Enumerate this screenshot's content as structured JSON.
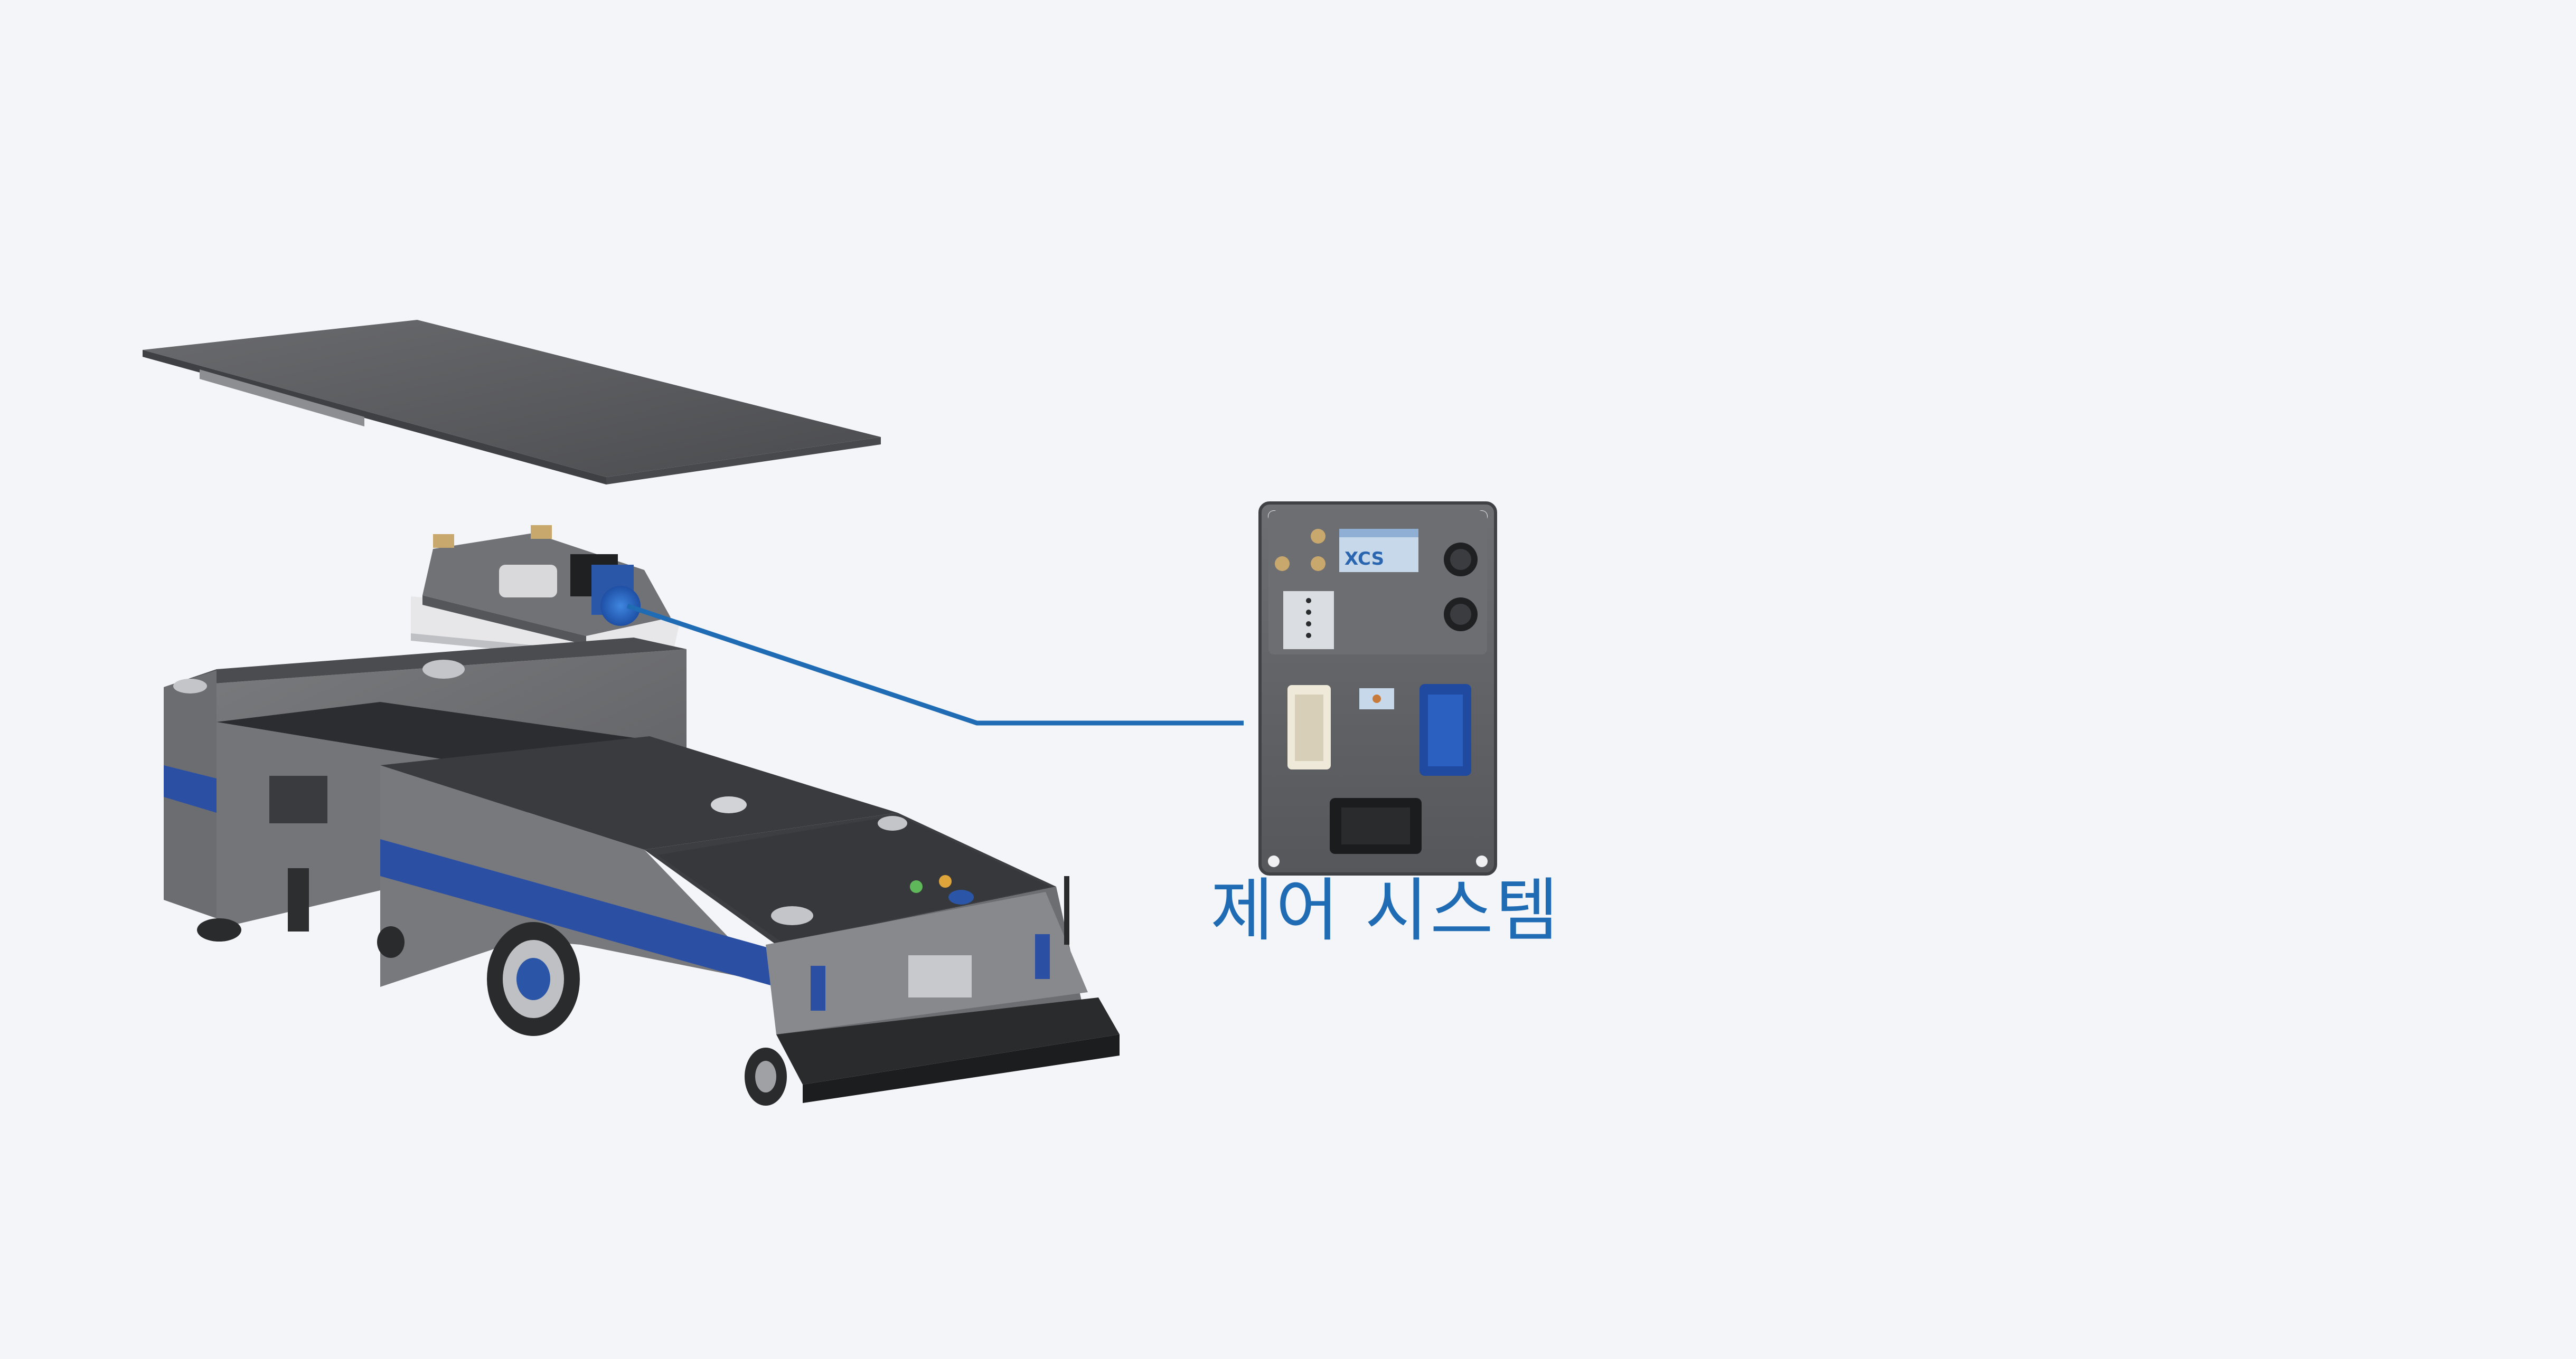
{
  "caption": {
    "label": "제어 시스템"
  },
  "colors": {
    "background": "#f4f5f8",
    "accent_blue": "#1f6cb5",
    "stripe_blue": "#2b4fa3",
    "body_gray": "#6f6f72",
    "panel_dark": "#55575b"
  },
  "device": {
    "badge_text": "XCS"
  },
  "icons": [
    "agv-vehicle",
    "cover-panel",
    "controller-module",
    "controller-unit",
    "leader-line"
  ]
}
